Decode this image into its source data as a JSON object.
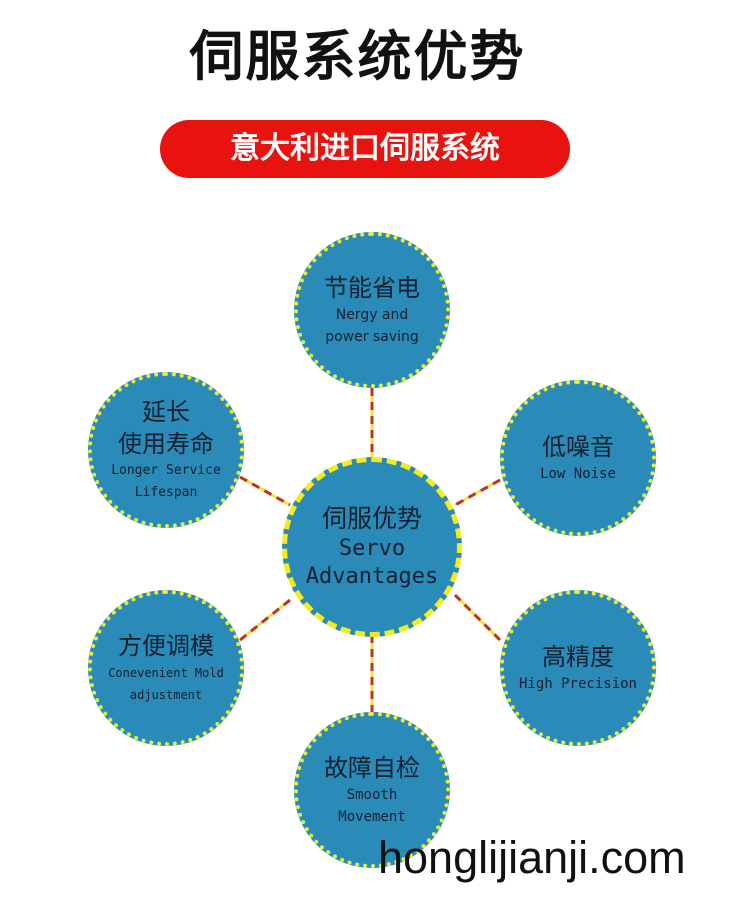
{
  "title": "伺服系统优势",
  "subtitle": "意大利进口伺服系统",
  "center": {
    "cn": "伺服优势",
    "en1": "Servo",
    "en2": "Advantages"
  },
  "nodes": [
    {
      "cn": "节能省电",
      "en": [
        "Nergy and",
        "power saving"
      ]
    },
    {
      "cn": "低噪音",
      "en": [
        "Low Noise"
      ]
    },
    {
      "cn": "高精度",
      "en": [
        "High Precision"
      ]
    },
    {
      "cn": "故障自检",
      "en": [
        "Smooth",
        "Movement"
      ]
    },
    {
      "cn": "方便调模",
      "en": [
        "Conevenient Mold",
        "adjustment"
      ]
    },
    {
      "cn": "延长\n使用寿命",
      "cn1": "延长",
      "cn2": "使用寿命",
      "en": [
        "Longer Service",
        "Lifespan"
      ]
    }
  ],
  "watermark": "honglijianji.com",
  "colors": {
    "circle": "#2a8ab8",
    "dots": "#e6f03a",
    "pill": "#e8120f",
    "connector": "#c0302a"
  }
}
